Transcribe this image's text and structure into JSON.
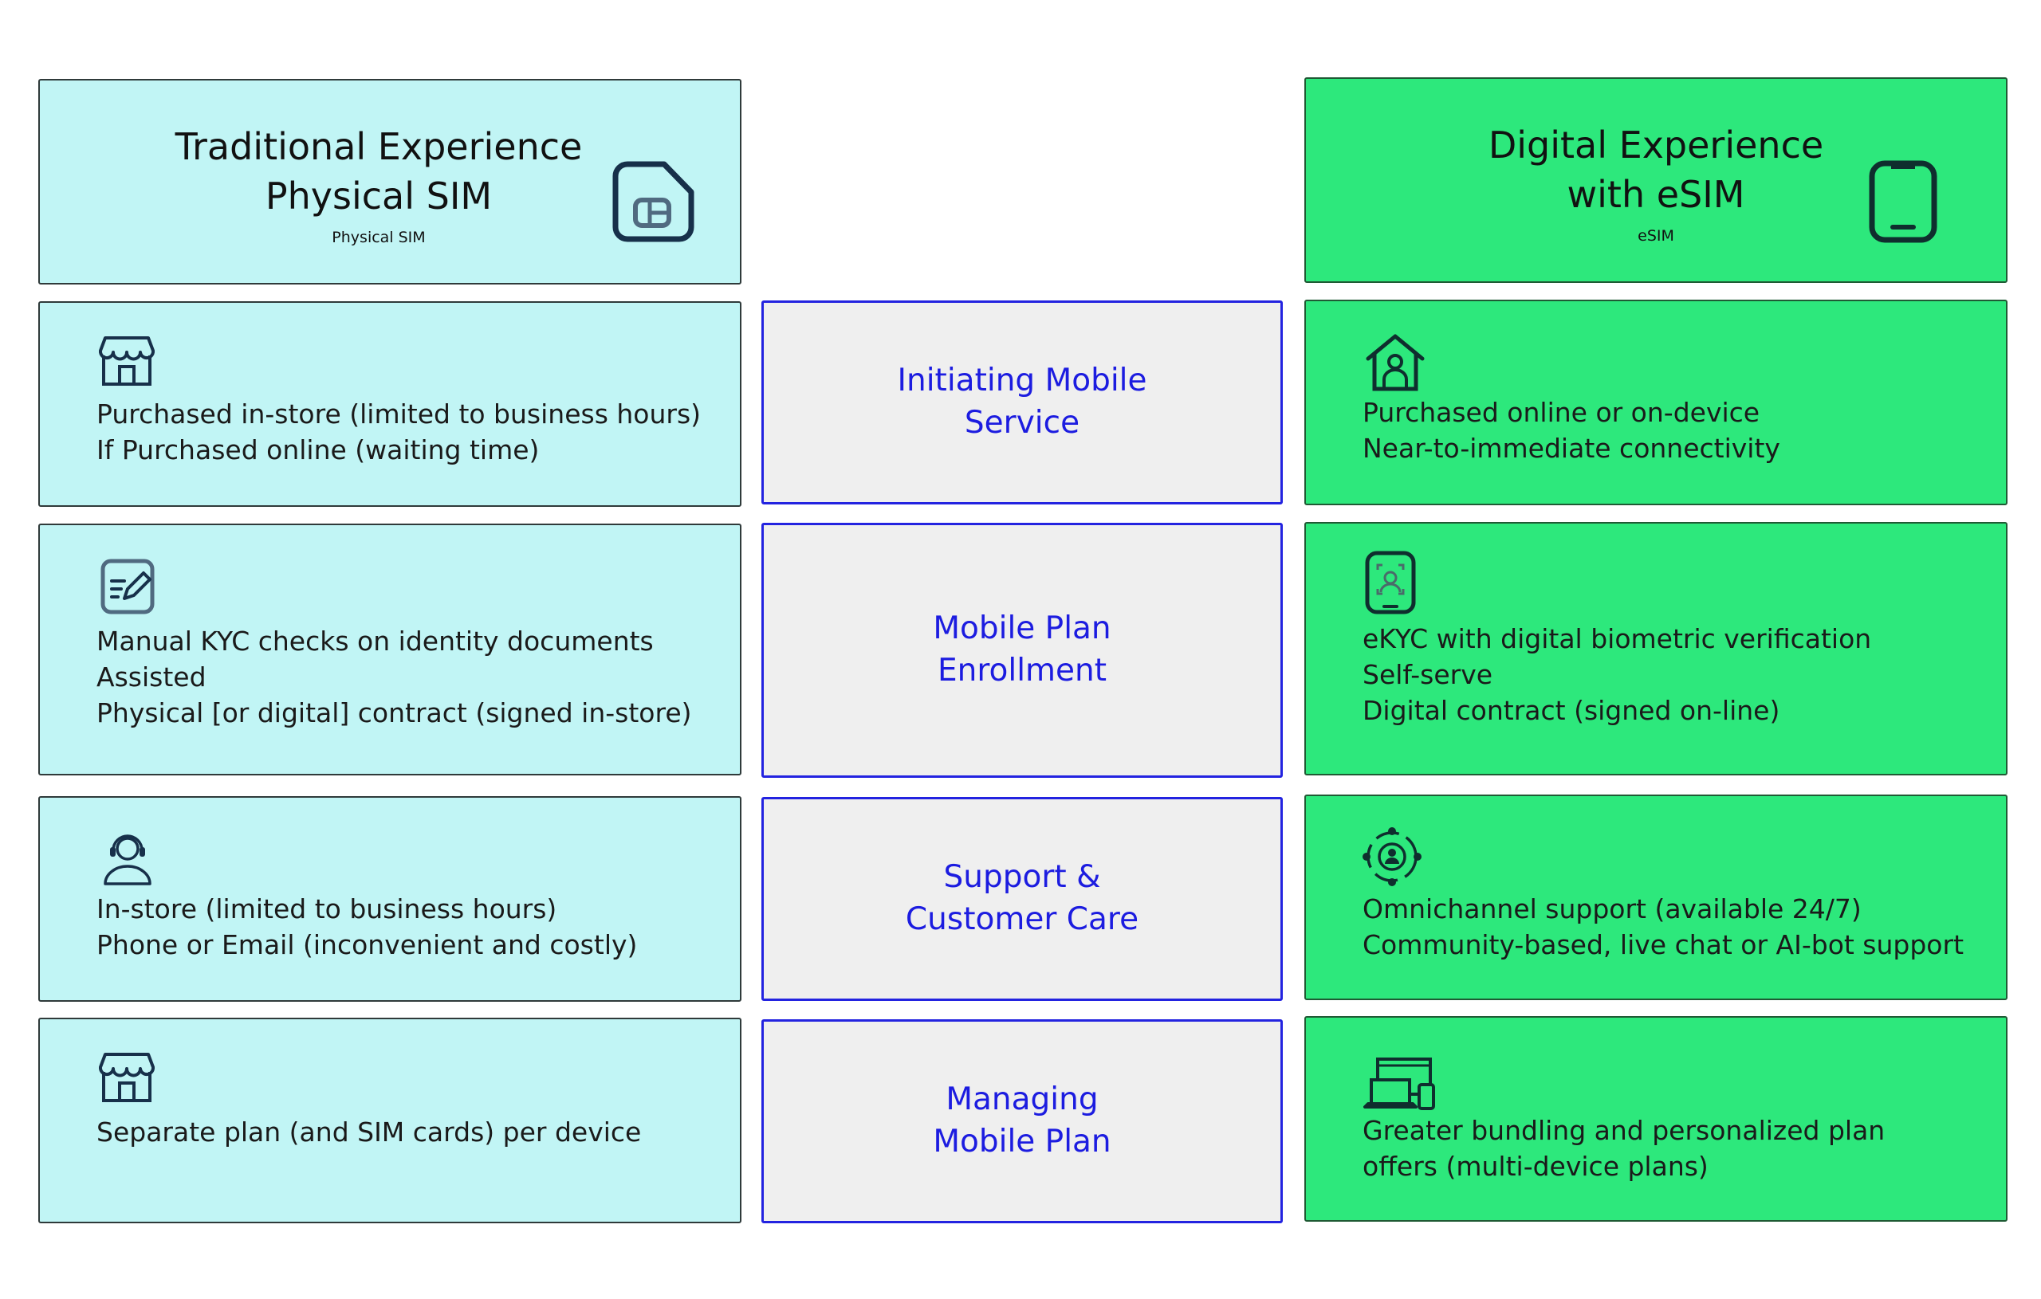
{
  "traditional": {
    "title": "Traditional Experience\nPhysical SIM",
    "subtitle": "Physical SIM",
    "rows": [
      {
        "icon": "storefront-icon",
        "lines": [
          "Purchased in-store (limited to business hours)",
          "If Purchased online (waiting time)"
        ]
      },
      {
        "icon": "edit-document-icon",
        "lines": [
          "Manual KYC checks on identity documents",
          "Assisted",
          "Physical [or digital] contract (signed in-store)"
        ]
      },
      {
        "icon": "headset-agent-icon",
        "lines": [
          "In-store (limited to business hours)",
          "Phone or Email (inconvenient and costly)"
        ]
      },
      {
        "icon": "storefront-icon",
        "lines": [
          "Separate plan (and SIM cards) per device"
        ]
      }
    ]
  },
  "digital": {
    "title": "Digital Experience\nwith eSIM",
    "subtitle": "eSIM",
    "rows": [
      {
        "icon": "home-user-icon",
        "lines": [
          "Purchased online or on-device",
          "Near-to-immediate connectivity"
        ]
      },
      {
        "icon": "face-scan-phone-icon",
        "lines": [
          "eKYC with digital biometric verification",
          "Self-serve",
          "Digital contract (signed on-line)"
        ]
      },
      {
        "icon": "omnichannel-user-icon",
        "lines": [
          "Omnichannel support (available 24/7)",
          "Community-based, live chat or AI-bot support"
        ]
      },
      {
        "icon": "multi-device-icon",
        "lines": [
          "Greater bundling and personalized plan",
          "offers (multi-device plans)"
        ]
      }
    ]
  },
  "stages": [
    "Initiating Mobile\nService",
    "Mobile Plan\nEnrollment",
    "Support &\nCustomer Care",
    "Managing\nMobile Plan"
  ],
  "colors": {
    "traditional_bg": "#c1f5f5",
    "digital_bg": "#2de87c",
    "stage_bg": "#efefef",
    "stage_border": "#2323e0",
    "stage_text": "#1c1ce0"
  }
}
